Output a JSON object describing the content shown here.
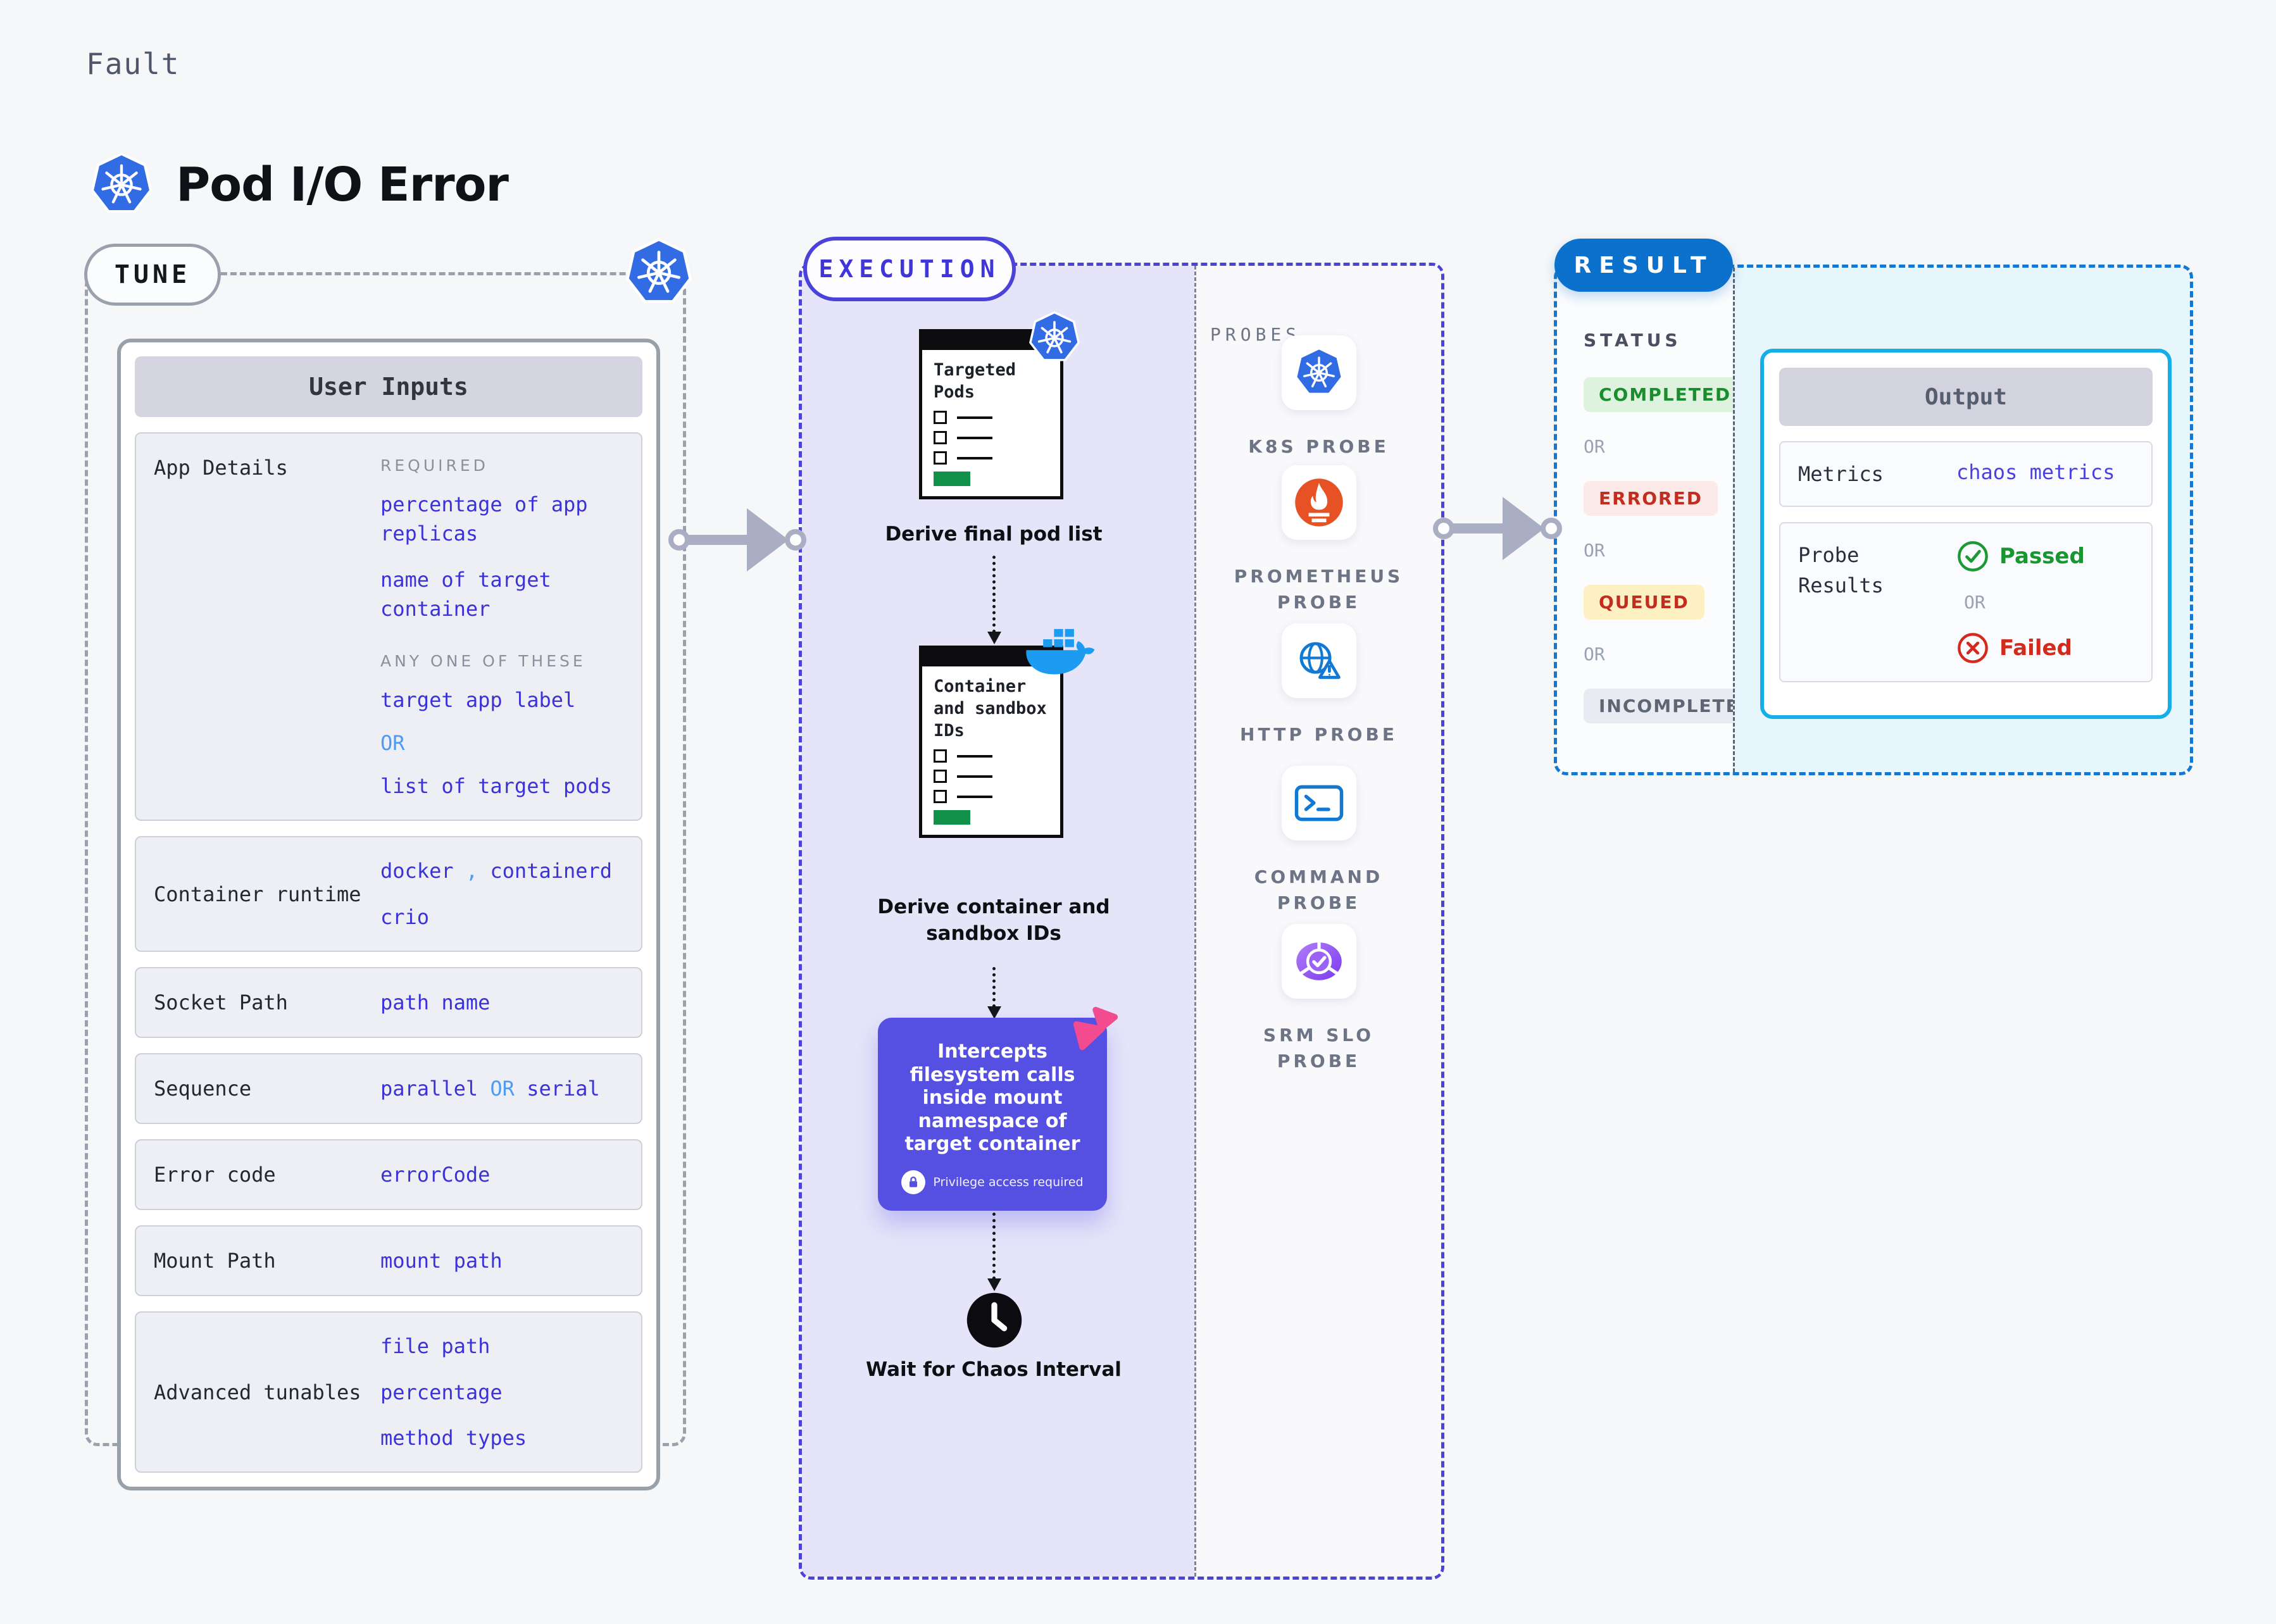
{
  "header": {
    "kicker": "Fault",
    "title": "Pod I/O Error"
  },
  "tune": {
    "label": "TUNE",
    "table_header": "User Inputs",
    "rows": [
      {
        "label": "App Details",
        "tall": true,
        "items": [
          {
            "kind": "caption",
            "text": "REQUIRED"
          },
          {
            "kind": "value",
            "text": "percentage of app replicas"
          },
          {
            "kind": "value",
            "text": "name of target container"
          },
          {
            "kind": "caption",
            "text": "ANY ONE OF THESE",
            "gap_top": true
          },
          {
            "kind": "value",
            "text": "target app label"
          },
          {
            "kind": "or",
            "text": "OR"
          },
          {
            "kind": "value",
            "text": "list of target pods"
          }
        ]
      },
      {
        "label": "Container runtime",
        "items": [
          {
            "kind": "parts",
            "parts": [
              {
                "text": "docker",
                "style": "value"
              },
              {
                "text": " , ",
                "style": "or"
              },
              {
                "text": "containerd",
                "style": "value"
              }
            ]
          },
          {
            "kind": "value",
            "text": "crio"
          }
        ]
      },
      {
        "label": "Socket Path",
        "items": [
          {
            "kind": "value",
            "text": "path name"
          }
        ]
      },
      {
        "label": "Sequence",
        "items": [
          {
            "kind": "parts",
            "parts": [
              {
                "text": "parallel ",
                "style": "value"
              },
              {
                "text": "OR",
                "style": "or"
              },
              {
                "text": " serial",
                "style": "value"
              }
            ]
          }
        ]
      },
      {
        "label": "Error code",
        "items": [
          {
            "kind": "value",
            "text": "errorCode"
          }
        ]
      },
      {
        "label": "Mount Path",
        "items": [
          {
            "kind": "value",
            "text": "mount path"
          }
        ]
      },
      {
        "label": "Advanced tunables",
        "items": [
          {
            "kind": "value",
            "text": "file path"
          },
          {
            "kind": "value",
            "text": "percentage"
          },
          {
            "kind": "value",
            "text": "method types"
          }
        ]
      }
    ]
  },
  "execution": {
    "label": "EXECUTION",
    "steps": {
      "node1_title": "Targeted Pods",
      "node1_caption": "Derive final pod list",
      "node2_title": "Container and sandbox IDs",
      "node2_caption": "Derive container and sandbox IDs",
      "intercept_text": "Intercepts filesystem calls inside mount namespace of target container",
      "privilege_note": "Privilege access required",
      "wait_caption": "Wait for Chaos Interval"
    }
  },
  "probes": {
    "label": "PROBES",
    "items": [
      {
        "name": "K8S PROBE",
        "icon": "k8s"
      },
      {
        "name": "PROMETHEUS PROBE",
        "icon": "prometheus"
      },
      {
        "name": "HTTP PROBE",
        "icon": "http"
      },
      {
        "name": "COMMAND PROBE",
        "icon": "command"
      },
      {
        "name": "SRM SLO PROBE",
        "icon": "srm"
      }
    ]
  },
  "result": {
    "label": "RESULT",
    "status_heading": "STATUS",
    "statuses": [
      {
        "text": "COMPLETED",
        "style": "completed"
      },
      {
        "text": "OR",
        "style": "or"
      },
      {
        "text": "ERRORED",
        "style": "errored"
      },
      {
        "text": "OR",
        "style": "or"
      },
      {
        "text": "QUEUED",
        "style": "queued"
      },
      {
        "text": "OR",
        "style": "or"
      },
      {
        "text": "INCOMPLETED",
        "style": "incompleted"
      }
    ],
    "output": {
      "header": "Output",
      "metrics_label": "Metrics",
      "metrics_value": "chaos metrics",
      "probe_results_label": "Probe Results",
      "passed": "Passed",
      "or": "OR",
      "failed": "Failed"
    }
  },
  "colors": {
    "k8s_blue": "#326ce5",
    "execution_indigo": "#4a42d9",
    "value_blue": "#3b33d9",
    "link_blue": "#4e9bf5",
    "result_blue": "#0c70cd",
    "output_cyan": "#16aee6",
    "passed_green": "#18962f",
    "failed_red": "#d32a1c",
    "prometheus_orange": "#e75225",
    "docker_blue": "#1d9bf0",
    "intercept_purple": "#5550e1",
    "flag_pink": "#f24b90",
    "srm_purple": "#8b52f4",
    "progress_green": "#12914b",
    "completed_badge": "#1a8d2d",
    "queued_bg": "#fdf0c3"
  }
}
